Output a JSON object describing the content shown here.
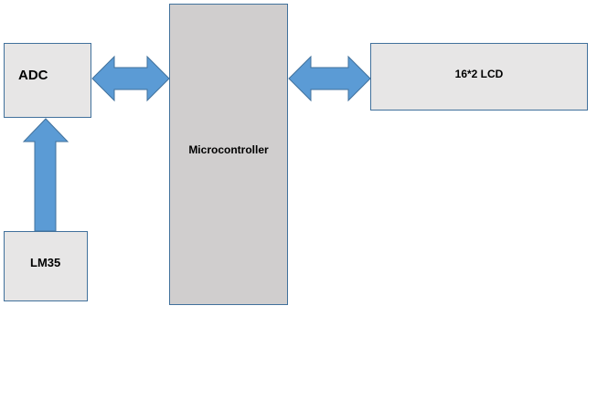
{
  "blocks": {
    "adc": {
      "label": "ADC"
    },
    "lm35": {
      "label": "LM35"
    },
    "microcontroller": {
      "label": "Microcontroller"
    },
    "lcd": {
      "label": "16*2 LCD"
    }
  },
  "colors": {
    "block_fill": "#e7e6e6",
    "microcontroller_fill": "#d0cece",
    "block_border": "#41719c",
    "arrow_fill": "#5b9bd5",
    "arrow_stroke": "#41719c"
  },
  "connections": [
    {
      "from": "lm35",
      "to": "adc",
      "direction": "one-way"
    },
    {
      "from": "adc",
      "to": "microcontroller",
      "direction": "two-way"
    },
    {
      "from": "microcontroller",
      "to": "lcd",
      "direction": "two-way"
    }
  ]
}
